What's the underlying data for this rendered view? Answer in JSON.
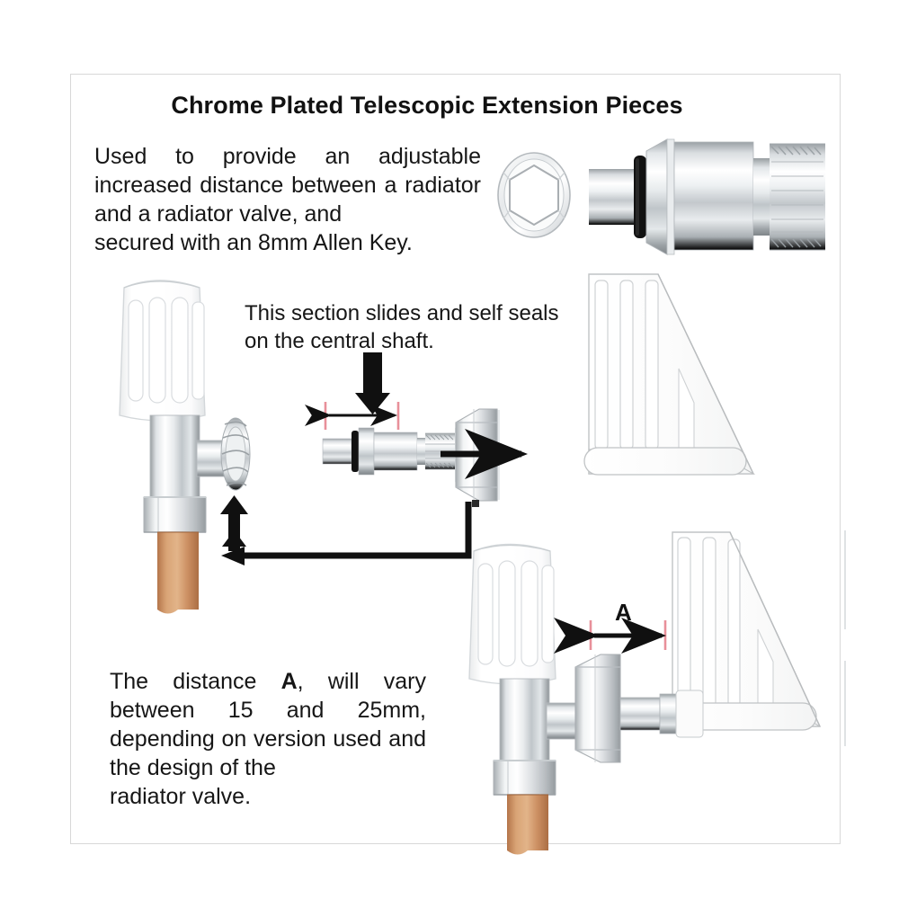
{
  "doc": {
    "title": "Chrome Plated Telescopic Extension Pieces",
    "intro_lines": [
      "Used to provide an adjustable",
      "increased distance between a",
      "radiator and a radiator valve, and",
      "secured with an 8mm Allen Key."
    ],
    "slide_note_lines": [
      "This section slides and self",
      "seals on the central shaft."
    ],
    "distance_note_lines": [
      "The distance A, will vary",
      "between 15 and 25mm,",
      "depending on version used",
      "and the design of the",
      "radiator valve."
    ],
    "distance_note_bold_token": "A",
    "distance_min_mm": 15,
    "distance_max_mm": 25,
    "allen_key_size": "8mm"
  },
  "labels": {
    "dimension_a": "A",
    "dimension_travel": ""
  },
  "figures": {
    "hex_socket": "hex-socket-icon",
    "extension_piece_top": "chrome-extension-piece",
    "extension_piece_mid": "chrome-extension-piece-small",
    "hex_nut": "hex-nut",
    "valve_left": "radiator-valve-assembly",
    "valve_bottom": "radiator-valve-assembly-installed",
    "radiator_top": "radiator-panel-cutaway",
    "radiator_bottom": "radiator-panel-cutaway"
  },
  "colors": {
    "background": "#ffffff",
    "frame_border": "#d8d8d8",
    "text": "#161616",
    "chrome_light": "#fdfdfd",
    "chrome_mid": "#d7dadd",
    "chrome_dark": "#8e9397",
    "chrome_shadow": "#6e7478",
    "oring_black": "#121212",
    "copper": "#c98a5b",
    "copper_light": "#dba877",
    "tick_pink": "#e8909a",
    "arrow_black": "#101010",
    "radiator_fill": "#fbfbfb",
    "radiator_edge": "#b9bcbe"
  }
}
